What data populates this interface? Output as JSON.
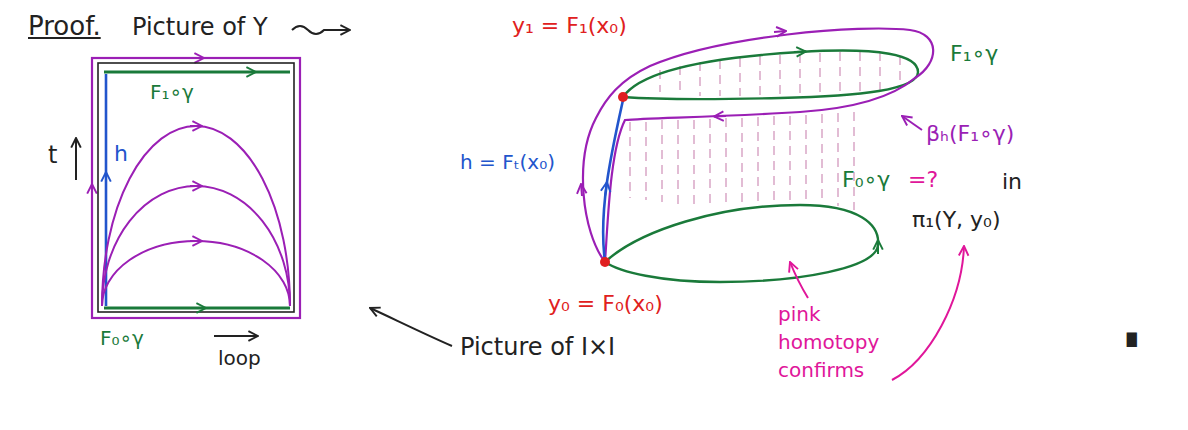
{
  "diagram": {
    "labels": [
      "Proof.",
      "Picture of Y",
      "y₁ = F₁(x₀)",
      "F₁∘γ",
      "h = Fₜ(x₀)",
      "βₕ(F₁∘γ)",
      "t",
      "h",
      "F₁∘γ",
      "y₀ = F₀(x₀)",
      "F₀∘γ",
      "=?",
      "in",
      "π₁(Y, y₀)",
      "F₀∘γ",
      "loop",
      "Picture of I×I",
      "pink homotopy confirms",
      "∎"
    ]
  }
}
